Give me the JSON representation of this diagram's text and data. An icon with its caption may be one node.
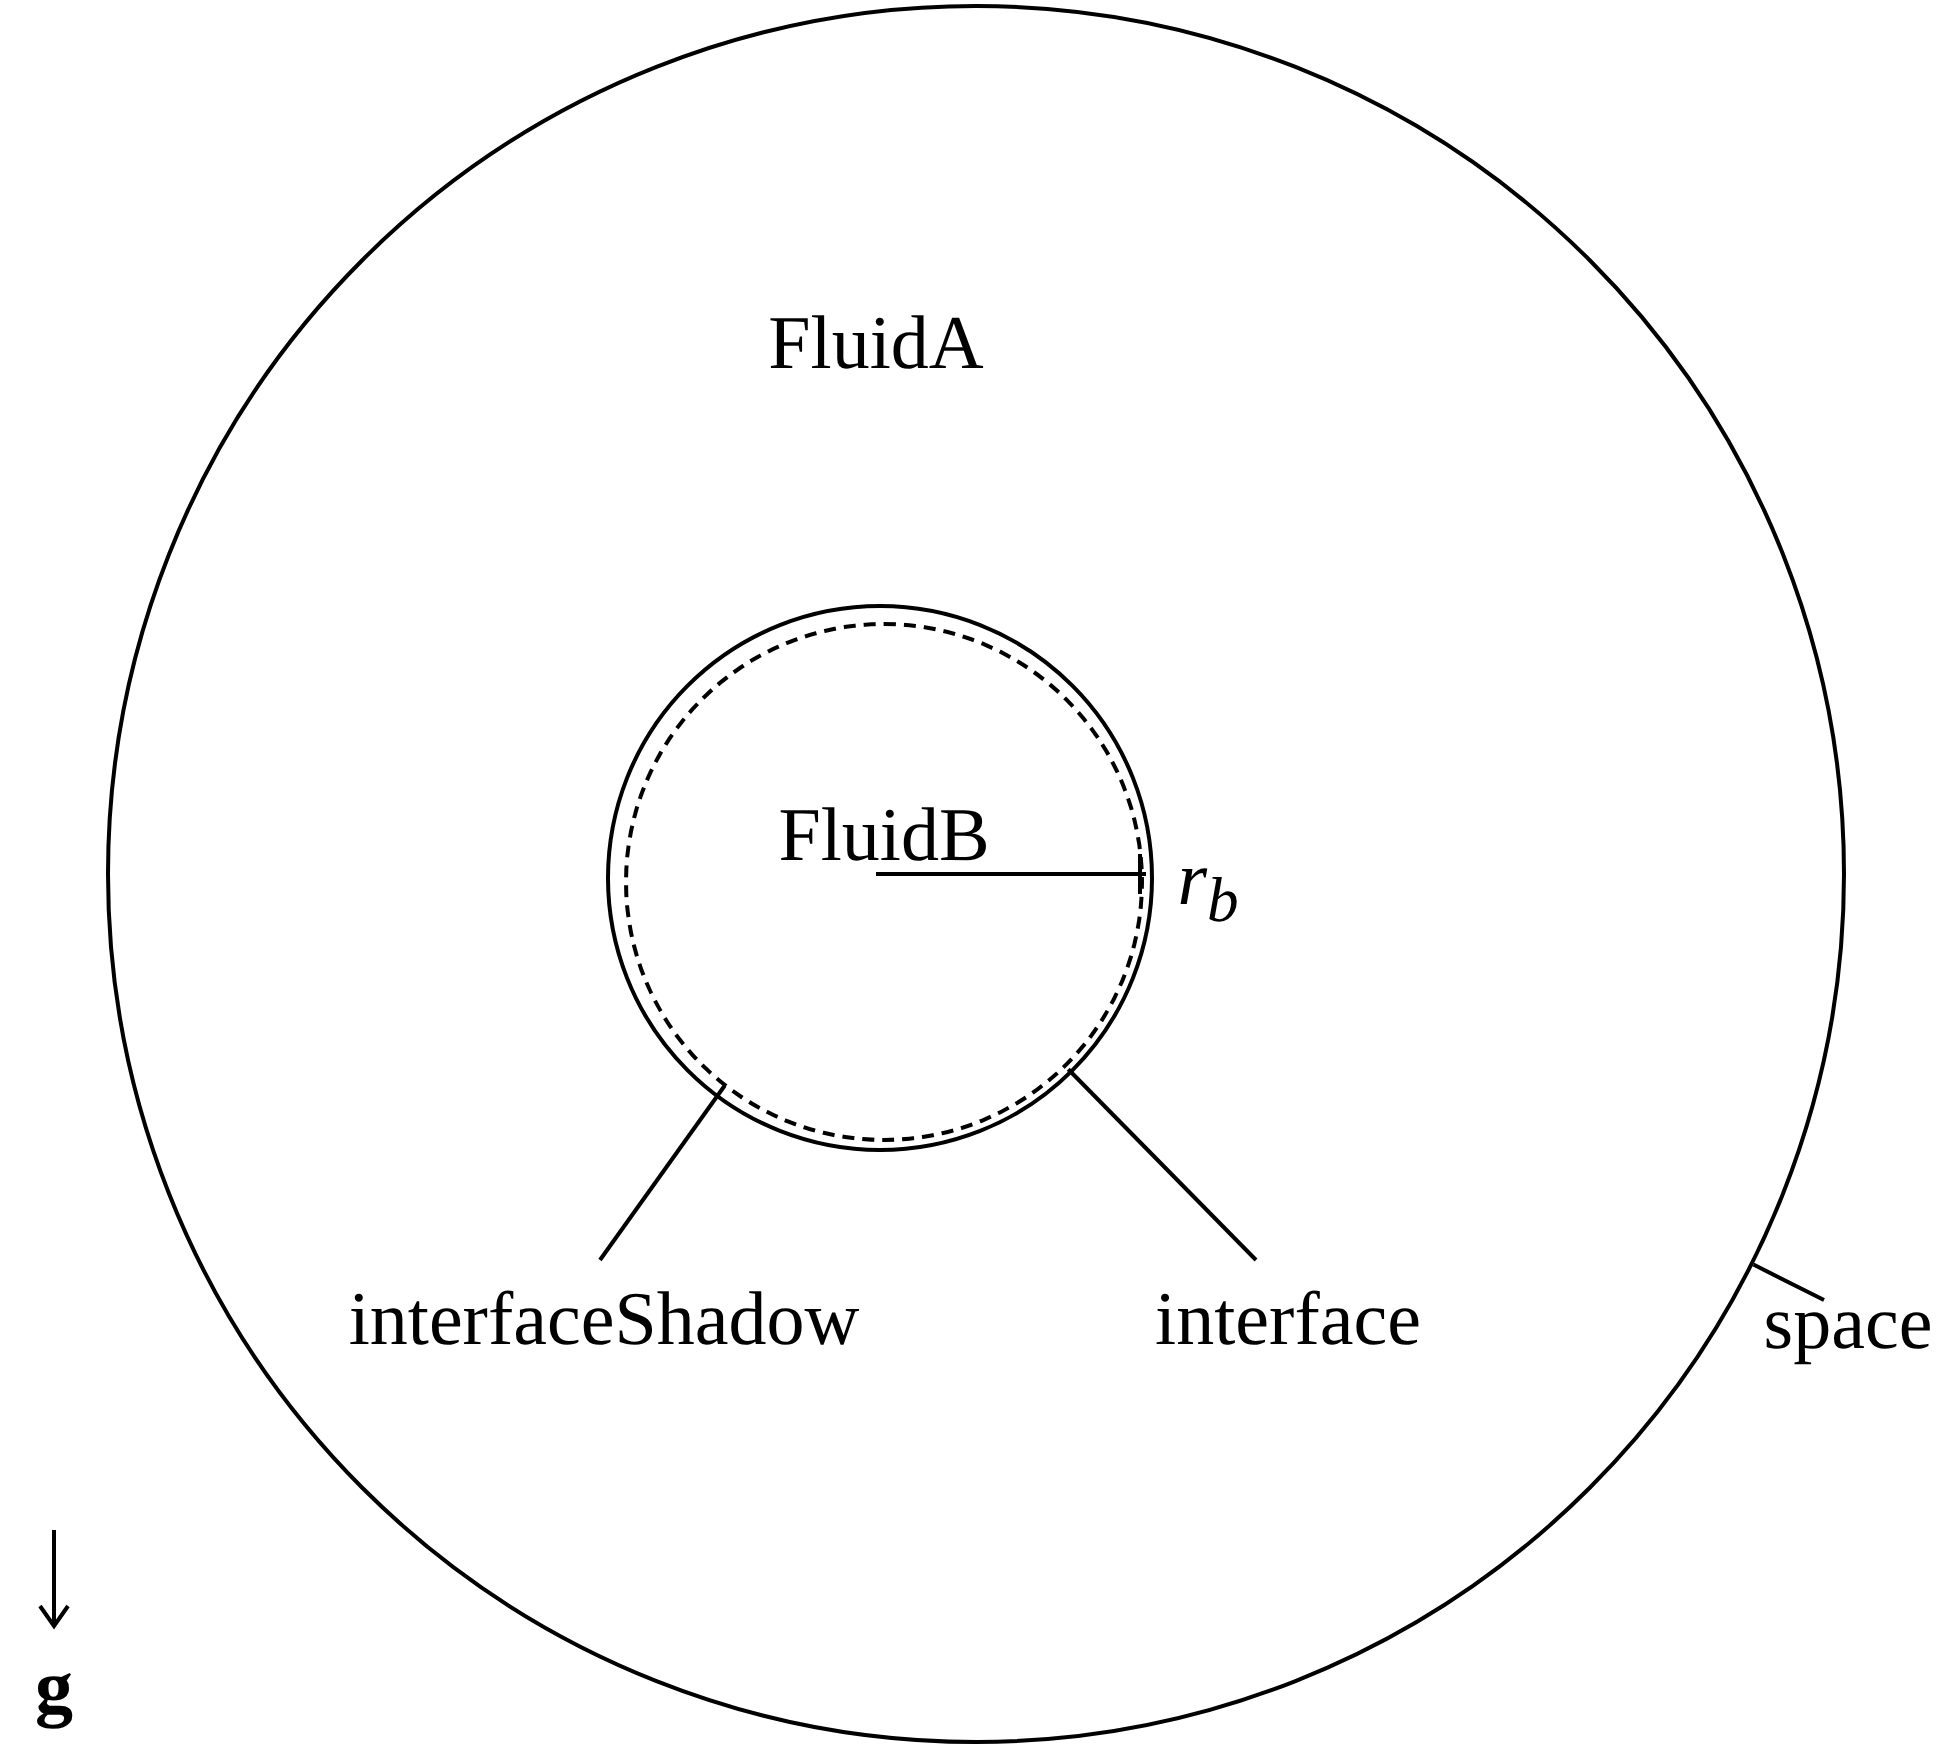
{
  "diagram": {
    "nodes": [
      {
        "text": [
          "FluidA"
        ]
      },
      {
        "text": [],
        "shape": "circle",
        "in": 0
      },
      {
        "text": [
          "FluidB"
        ],
        "in": 1
      },
      {
        "text": [
          "interfaceShadow"
        ],
        "in": 0
      },
      {
        "text": [
          "interface"
        ],
        "in": 0
      },
      {
        "text": [
          "space"
        ]
      }
    ],
    "edges": [
      {
        "from": 3,
        "to": 2,
        "arrow": "none"
      },
      {
        "from": 4,
        "to": 1,
        "arrow": "none"
      },
      {
        "from": 5,
        "to": 0,
        "arrow": "none"
      }
    ],
    "labels": [
      "r$_{b}$",
      "g"
    ]
  }
}
